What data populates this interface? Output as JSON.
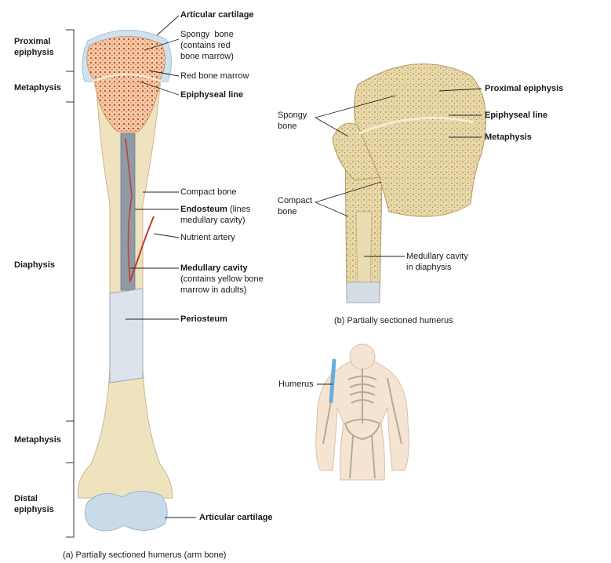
{
  "figure_a": {
    "regions": {
      "proximal_epiphysis": [
        "Proximal",
        "epiphysis"
      ],
      "metaphysis_top": "Metaphysis",
      "diaphysis": "Diaphysis",
      "metaphysis_bottom": "Metaphysis",
      "distal_epiphysis": [
        "Distal",
        "epiphysis"
      ]
    },
    "labels": {
      "articular_cartilage_top": "Articular cartilage",
      "spongy_bone": [
        "Spongy  bone",
        "(contains red",
        "bone marrow)"
      ],
      "red_bone_marrow": "Red bone marrow",
      "epiphyseal_line": "Epiphyseal line",
      "compact_bone": "Compact bone",
      "endosteum_bold": "Endosteum",
      "endosteum_rest": [
        " (lines",
        "medullary cavity)"
      ],
      "nutrient_artery": "Nutrient artery",
      "medullary_cavity_bold": "Medullary cavity",
      "medullary_cavity_rest": [
        "(contains yellow bone",
        "marrow in adults)"
      ],
      "periosteum": "Periosteum",
      "articular_cartilage_bottom": "Articular cartilage"
    },
    "caption": "(a) Partially sectioned humerus (arm bone)"
  },
  "figure_b": {
    "labels": {
      "spongy_bone": [
        "Spongy",
        "bone"
      ],
      "compact_bone": [
        "Compact",
        "bone"
      ],
      "proximal_epiphysis": "Proximal epiphysis",
      "epiphyseal_line": "Epiphyseal line",
      "metaphysis": "Metaphysis",
      "medullary_cavity": [
        "Medullary cavity",
        "in diaphysis"
      ]
    },
    "caption": "(b) Partially sectioned humerus"
  },
  "figure_c": {
    "label": "Humerus"
  }
}
